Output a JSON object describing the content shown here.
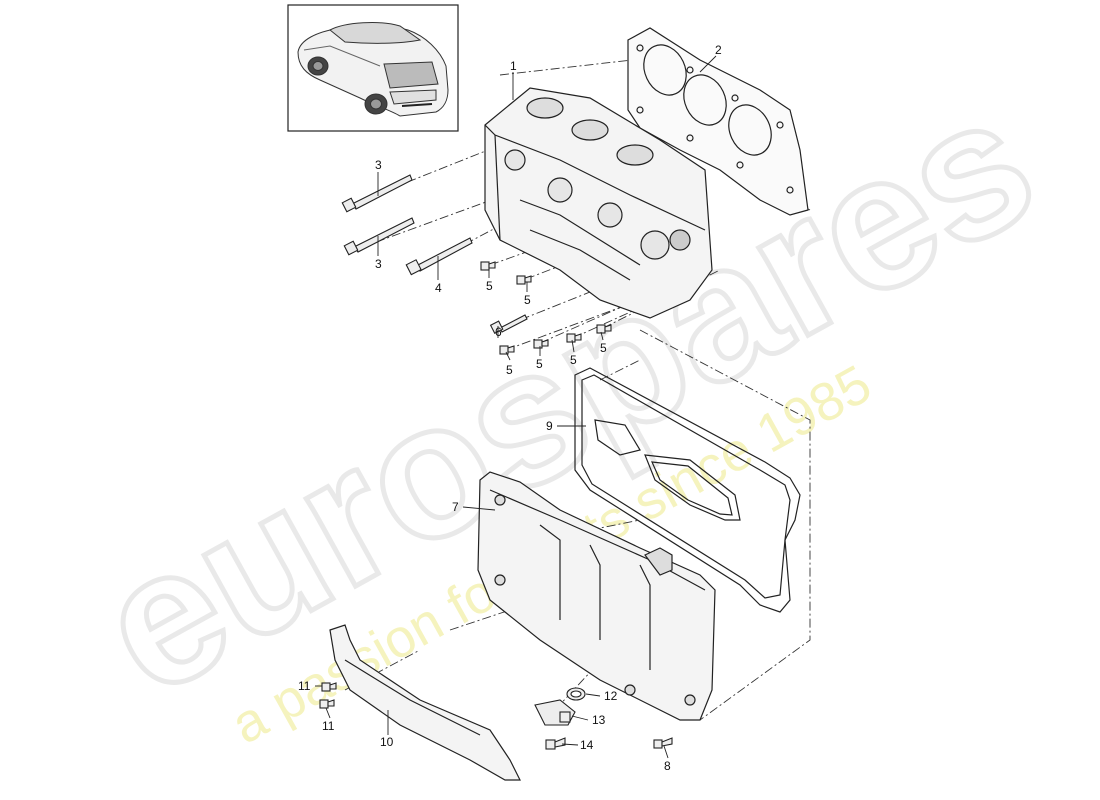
{
  "watermark": {
    "brand": "eurospares",
    "tagline": "a passion for parts since 1985"
  },
  "thumbnail": {
    "icon": "car-rear-three-quarter-icon"
  },
  "callouts": {
    "c1": "1",
    "c2": "2",
    "c3a": "3",
    "c3b": "3",
    "c4": "4",
    "c5a": "5",
    "c5b": "5",
    "c5c": "5",
    "c5d": "5",
    "c5e": "5",
    "c5f": "5",
    "c6": "6",
    "c7": "7",
    "c8": "8",
    "c9": "9",
    "c10": "10",
    "c11a": "11",
    "c11b": "11",
    "c12": "12",
    "c13": "13",
    "c14": "14"
  },
  "colors": {
    "line": "#222222",
    "watermark": "#e6e6e6",
    "tagline": "#f3f0a6"
  }
}
